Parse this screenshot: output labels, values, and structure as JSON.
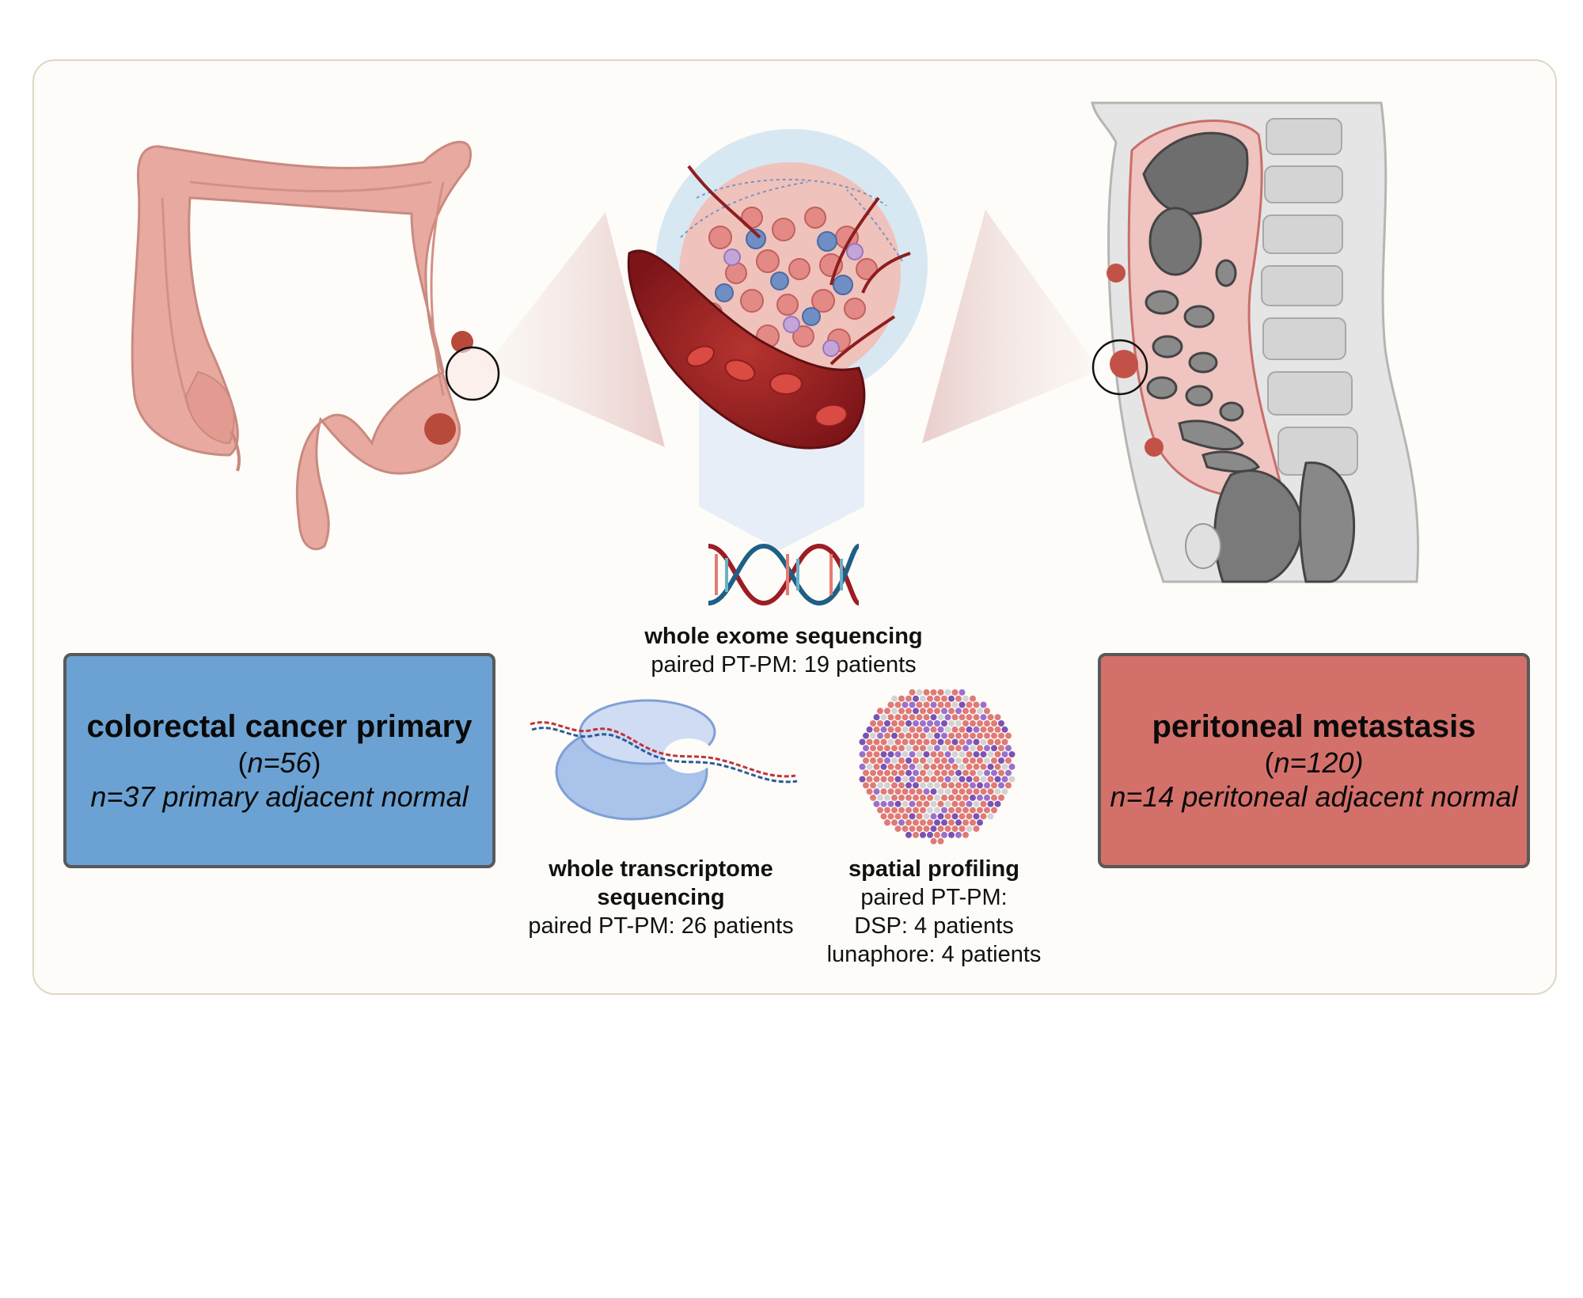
{
  "primary": {
    "title": "colorectal cancer primary",
    "n_open": "(",
    "n": "n=56",
    "n_close": ")",
    "adjacent": "n=37 primary adjacent normal"
  },
  "metastasis": {
    "title": "peritoneal metastasis",
    "n_open": "(",
    "n": "n=120)",
    "adjacent": "n=14 peritoneal adjacent normal"
  },
  "methods": {
    "wes": {
      "title": "whole exome sequencing",
      "detail": "paired PT-PM: 19 patients"
    },
    "wts": {
      "title": "whole transcriptome sequencing",
      "detail": "paired PT-PM: 26 patients"
    },
    "spatial": {
      "title": "spatial profiling",
      "line1": "paired PT-PM:",
      "line2": "DSP: 4 patients",
      "line3": "lunaphore: 4 patients"
    }
  },
  "colors": {
    "primary_box": "#6ba2d3",
    "metastasis_box": "#d4706a",
    "panel": "#fdfcf8",
    "colon": "#e8aaa0",
    "tumor": "#b84a3c",
    "vessel": "#8e1d1f"
  },
  "icons": [
    "colon-illustration",
    "tumor-microenvironment-illustration",
    "dna-helix-icon",
    "ribosome-icon",
    "spatial-array-icon",
    "abdomen-section-illustration"
  ]
}
